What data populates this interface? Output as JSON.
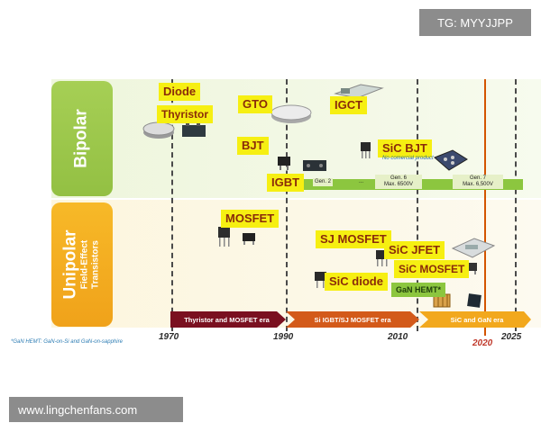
{
  "watermarks": {
    "tg": "TG: MYYJJPP",
    "site": "www.lingchenfans.com"
  },
  "sections": {
    "bipolar": {
      "label": "Bipolar"
    },
    "unipolar": {
      "label": "Unipolar",
      "sublabel_1": "Field-Effect",
      "sublabel_2": "Transistors"
    }
  },
  "devices": {
    "diode": "Diode",
    "thyristor": "Thyristor",
    "gto": "GTO",
    "igct": "IGCT",
    "bjt": "BJT",
    "igbt": "IGBT",
    "sic_bjt": "SiC BJT",
    "sic_bjt_note": "No comercial product",
    "mosfet": "MOSFET",
    "sj_mosfet": "SJ MOSFET",
    "sic_jfet": "SiC JFET",
    "sic_mosfet": "SiC MOSFET",
    "sic_diode": "SiC diode",
    "gan_hemt": "GaN HEMT*"
  },
  "igbt_generations": {
    "gen2": "Gen. 2",
    "dots": "...",
    "gen6_line1": "Gen. 6",
    "gen6_line2": "Max. 6500V",
    "gen7_line1": "Gen. 7",
    "gen7_line2": "Max. 6,500V"
  },
  "eras": [
    {
      "label": "Thyristor and MOSFET era",
      "color": "#7a1020"
    },
    {
      "label": "Si IGBT/SJ MOSFET era",
      "color": "#d35a1a"
    },
    {
      "label": "SiC and GaN era",
      "color": "#f2a81d"
    }
  ],
  "years": {
    "y1970": "1970",
    "y1990": "1990",
    "y2010": "2010",
    "y2020": "2020",
    "y2025": "2025"
  },
  "footnote": "*GaN HEMT: GaN-on-Si and GaN-on-sapphire",
  "colors": {
    "bipolar": "#9dc94b",
    "unipolar": "#f4ab1f",
    "tag": "#f6ef12",
    "marker_2020": "#d35400"
  }
}
